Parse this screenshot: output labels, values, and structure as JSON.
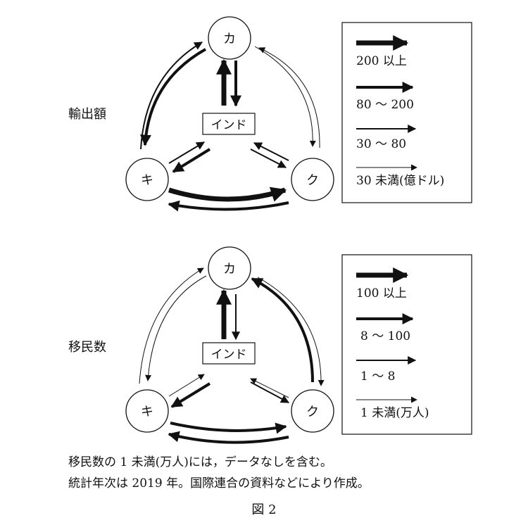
{
  "diagrams": [
    {
      "title": "輸出額",
      "nodes": {
        "ka": "カ",
        "ki": "キ",
        "ku": "ク",
        "india": "インド"
      },
      "legend": [
        "200 以上",
        "80 ～ 200",
        "30 ～ 80",
        "30 未満(億ドル)"
      ],
      "flows": [
        {
          "from": "カ",
          "to": "キ",
          "class": 3
        },
        {
          "from": "キ",
          "to": "カ",
          "class": 2
        },
        {
          "from": "カ",
          "to": "ク",
          "class": 1
        },
        {
          "from": "ク",
          "to": "カ",
          "class": 1
        },
        {
          "from": "インド",
          "to": "カ",
          "class": 4
        },
        {
          "from": "カ",
          "to": "インド",
          "class": 3
        },
        {
          "from": "キ",
          "to": "インド",
          "class": 2
        },
        {
          "from": "インド",
          "to": "キ",
          "class": 3
        },
        {
          "from": "ク",
          "to": "インド",
          "class": 2
        },
        {
          "from": "インド",
          "to": "ク",
          "class": 2
        },
        {
          "from": "キ",
          "to": "ク",
          "class": 4
        },
        {
          "from": "ク",
          "to": "キ",
          "class": 3
        }
      ]
    },
    {
      "title": "移民数",
      "nodes": {
        "ka": "カ",
        "ki": "キ",
        "ku": "ク",
        "india": "インド"
      },
      "legend": [
        "100 以上",
        "8 ～ 100",
        "1 ～ 8",
        "1 未満(万人)"
      ],
      "flows": [
        {
          "from": "カ",
          "to": "キ",
          "class": 1
        },
        {
          "from": "キ",
          "to": "カ",
          "class": 1
        },
        {
          "from": "カ",
          "to": "ク",
          "class": 1
        },
        {
          "from": "ク",
          "to": "カ",
          "class": 3
        },
        {
          "from": "インド",
          "to": "カ",
          "class": 4
        },
        {
          "from": "カ",
          "to": "インド",
          "class": 2
        },
        {
          "from": "キ",
          "to": "インド",
          "class": 1
        },
        {
          "from": "インド",
          "to": "キ",
          "class": 3
        },
        {
          "from": "ク",
          "to": "インド",
          "class": 1
        },
        {
          "from": "インド",
          "to": "ク",
          "class": 2
        },
        {
          "from": "キ",
          "to": "ク",
          "class": 3
        },
        {
          "from": "ク",
          "to": "キ",
          "class": 3
        }
      ]
    }
  ],
  "notes": [
    "移民数の 1 未満(万人)には，データなしを含む。",
    "統計年次は 2019 年。国際連合の資料などにより作成。"
  ],
  "figure_label": "図 2"
}
